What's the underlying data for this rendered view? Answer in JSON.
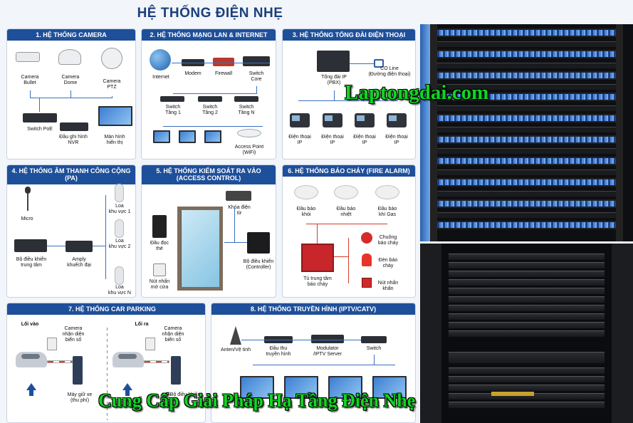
{
  "title": "HỆ THỐNG ĐIỆN NHẸ",
  "watermark_site": "Laptongdai.com",
  "watermark_slogan": "Cung Cấp Giải Pháp Hạ Tầng Điện Nhẹ",
  "colors": {
    "header": "#1e4f9a",
    "watermark": "#11d622",
    "line": "#3a6fc0",
    "cable": "#4f86d6"
  },
  "panels": {
    "camera": {
      "title": "1. HỆ THỐNG CAMERA",
      "bullet": "Camera\nBullet",
      "dome": "Camera\nDome",
      "ptz": "Camera\nPTZ",
      "switch": "Switch PoE",
      "nvr": "Đầu ghi hình\nNVR",
      "display": "Màn hình\nhiển thị"
    },
    "lan": {
      "title": "2. HỆ THỐNG MẠNG LAN & INTERNET",
      "internet": "Internet",
      "modem": "Modem",
      "firewall": "Firewall",
      "core": "Switch\nCore",
      "sw1": "Switch\nTầng 1",
      "sw2": "Switch\nTầng 2",
      "swn": "Switch\nTầng N",
      "ap": "Access Point\n(WiFi)"
    },
    "pbx": {
      "title": "3. HỆ THỐNG TỔNG ĐÀI ĐIỆN THOẠI",
      "pbx": "Tổng đài IP\n(PBX)",
      "co": "CO Line\n(Đường điện thoại)",
      "phone": "Điện thoại\nIP"
    },
    "pa": {
      "title": "4. HỆ THỐNG ÂM THANH CÔNG CỘNG (PA)",
      "micro": "Micro",
      "controller": "Bộ điều khiển\ntrung tâm",
      "amp": "Amply\nkhuếch đại",
      "zone1": "Loa\nkhu vực 1",
      "zone2": "Loa\nkhu vực 2",
      "zonen": "Loa\nkhu vực N"
    },
    "access": {
      "title": "5. HỆ THỐNG KIỂM SOÁT RA VÀO\n(ACCESS CONTROL)",
      "lock": "Khóa điện\ntừ",
      "reader": "Đầu đọc\nthẻ",
      "exit": "Nút nhấn\nmở cửa",
      "controller": "Bộ điều khiển\n(Controller)"
    },
    "fire": {
      "title": "6. HỆ THỐNG BÁO CHÁY (FIRE ALARM)",
      "smoke": "Đầu báo\nkhói",
      "heat": "Đầu báo\nnhiệt",
      "gas": "Đầu báo\nkhí Gas",
      "bell": "Chuông\nbáo cháy",
      "light": "Đèn báo\ncháy",
      "panel": "Tủ trung tâm\nbáo cháy",
      "button": "Nút nhấn\nkhẩn"
    },
    "parking": {
      "title": "7. HỆ THỐNG CAR PARKING",
      "in": "Lối vào",
      "out": "Lối ra",
      "cam1": "Camera\nnhận diện\nbiển số",
      "cam2": "Camera\nnhận diện\nbiển số",
      "kiosk": "Máy giữ xe\n(thu phí)",
      "control": "Bộ điều khiển"
    },
    "iptv": {
      "title": "8. HỆ THỐNG TRUYỀN HÌNH (IPTV/CATV)",
      "antenna": "Anten/Vệ tinh",
      "receiver": "Đầu thu\ntruyền hình",
      "modulator": "Modulator\n/IPTV Server",
      "switch": "Switch"
    }
  }
}
